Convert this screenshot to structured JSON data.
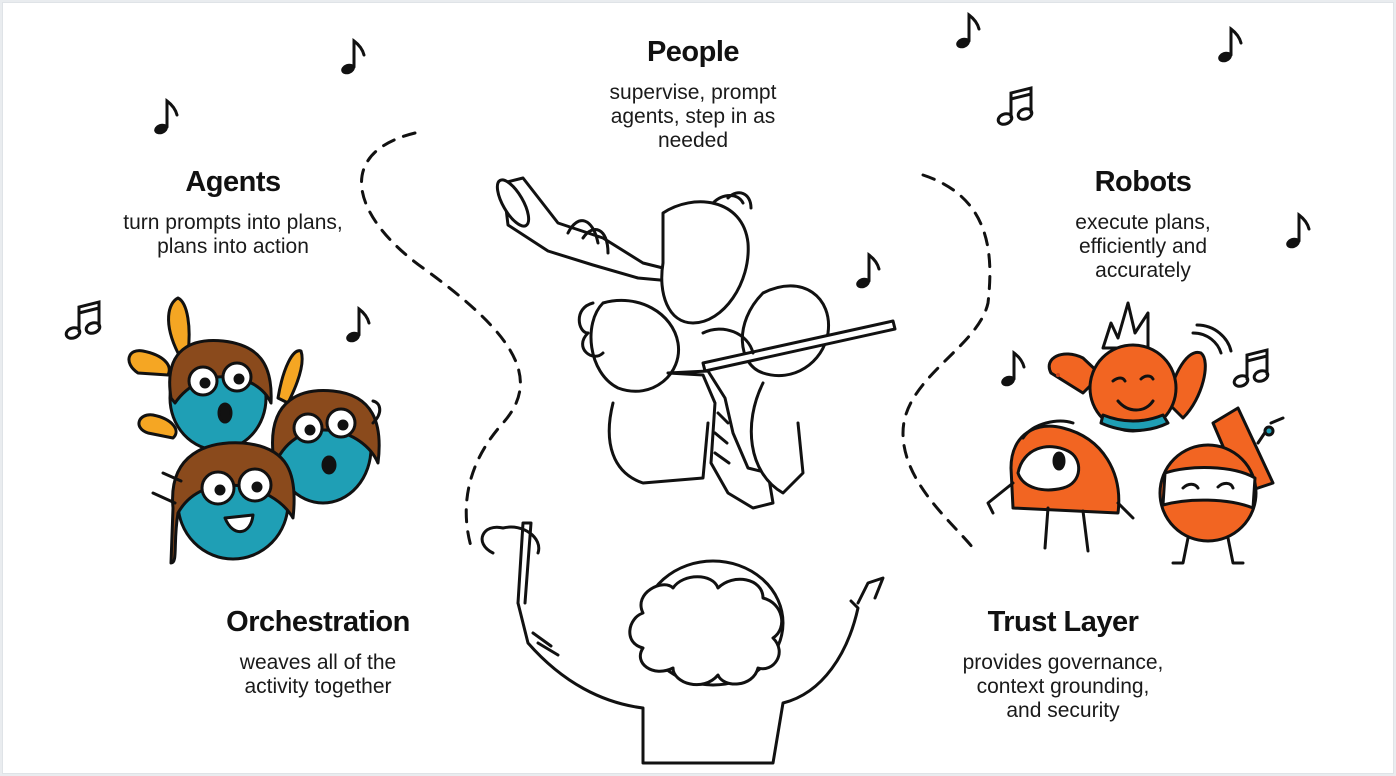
{
  "sections": {
    "people": {
      "title": "People",
      "description": "supervise, prompt\nagents, step in as\nneeded"
    },
    "agents": {
      "title": "Agents",
      "description": "turn prompts into plans,\nplans into action"
    },
    "robots": {
      "title": "Robots",
      "description": "execute plans,\nefficiently and\naccurately"
    },
    "orchestration": {
      "title": "Orchestration",
      "description": "weaves all of the\nactivity together"
    },
    "trust_layer": {
      "title": "Trust Layer",
      "description": "provides governance,\ncontext grounding,\nand security"
    }
  },
  "colors": {
    "agent_body": "#1f9fb5",
    "agent_hair": "#8a4a1c",
    "agent_antenna": "#f5a623",
    "robot_body": "#f26522",
    "robot_dark": "#c9431a",
    "ink": "#111111"
  },
  "icons": [
    "music-note-icon",
    "double-music-note-icon"
  ]
}
